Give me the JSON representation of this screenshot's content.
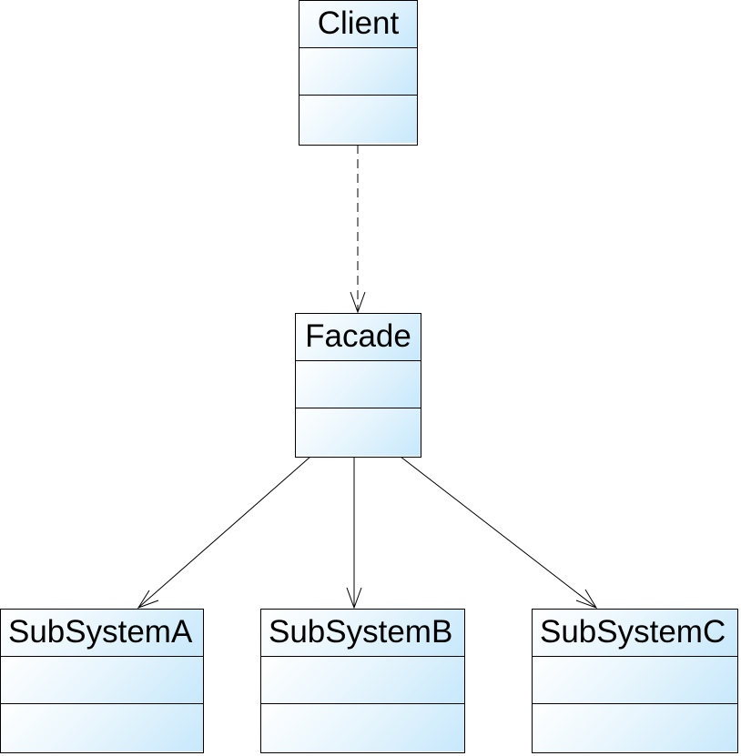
{
  "diagram": {
    "classes": {
      "client": {
        "name": "Client"
      },
      "facade": {
        "name": "Facade"
      },
      "subsystem_a": {
        "name": "SubSystemA"
      },
      "subsystem_b": {
        "name": "SubSystemB"
      },
      "subsystem_c": {
        "name": "SubSystemC"
      }
    },
    "relationships": [
      {
        "from": "Client",
        "to": "Facade",
        "kind": "dependency",
        "style": "dashed",
        "arrow": "open"
      },
      {
        "from": "Facade",
        "to": "SubSystemA",
        "kind": "association",
        "style": "solid",
        "arrow": "open"
      },
      {
        "from": "Facade",
        "to": "SubSystemB",
        "kind": "association",
        "style": "solid",
        "arrow": "open"
      },
      {
        "from": "Facade",
        "to": "SubSystemC",
        "kind": "association",
        "style": "solid",
        "arrow": "open"
      }
    ],
    "colors": {
      "fill_light": "#ffffff",
      "fill_dark": "#c7e8fb",
      "stroke": "#000000"
    }
  }
}
